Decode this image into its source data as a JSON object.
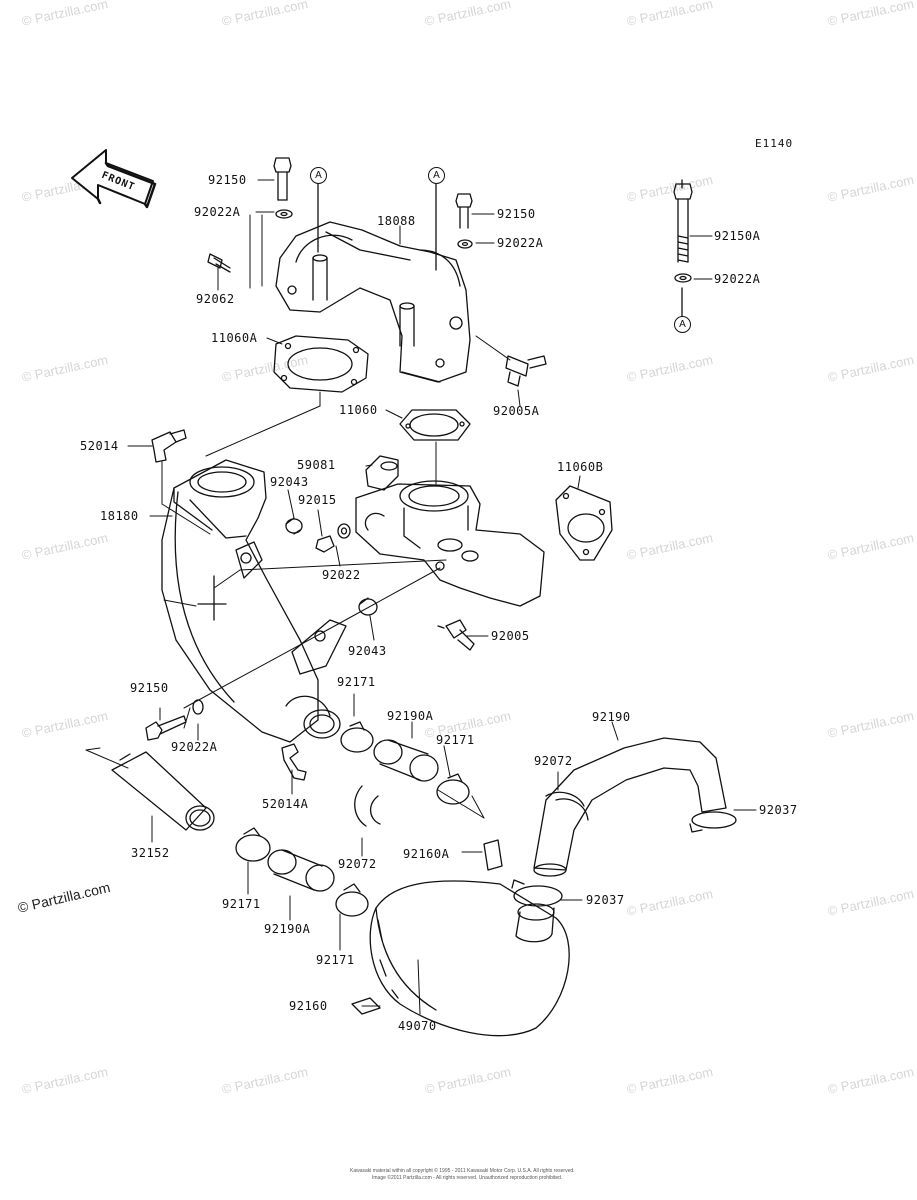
{
  "diagram_code": "E1140",
  "front_label": "FRONT",
  "ref_marker": "A",
  "watermark": "© Partzilla.com",
  "copyright": "Kawasaki material within all copyright © 1995 - 2011 Kawasaki Motor Corp. U.S.A. All rights reserved.",
  "copyright_line2": "Image ©2011 Partzilla.com - All rights reserved. Unauthorized reproduction prohibited.",
  "part_labels": {
    "p92150_top": "92150",
    "p92022A_top": "92022A",
    "p92062": "92062",
    "p18088": "18088",
    "p92150_r": "92150",
    "p92022A_r": "92022A",
    "p92150A": "92150A",
    "p92022A_far": "92022A",
    "p11060A": "11060A",
    "p92005A": "92005A",
    "p11060": "11060",
    "p52014": "52014",
    "p59081": "59081",
    "p92043_top": "92043",
    "p92015": "92015",
    "p11060B": "11060B",
    "p18180": "18180",
    "p92022": "92022",
    "p92005": "92005",
    "p92043_mid": "92043",
    "p92150_left": "92150",
    "p92171_a": "92171",
    "p92190A_a": "92190A",
    "p92190": "92190",
    "p92022A_left": "92022A",
    "p92171_b": "92171",
    "p52014A": "52014A",
    "p92072_top": "92072",
    "p92037_r": "92037",
    "p32152": "32152",
    "p92072_mid": "92072",
    "p92160A": "92160A",
    "p92037_mid": "92037",
    "p92171_c": "92171",
    "p92190A_b": "92190A",
    "p92171_d": "92171",
    "p92160": "92160",
    "p49070": "49070"
  }
}
